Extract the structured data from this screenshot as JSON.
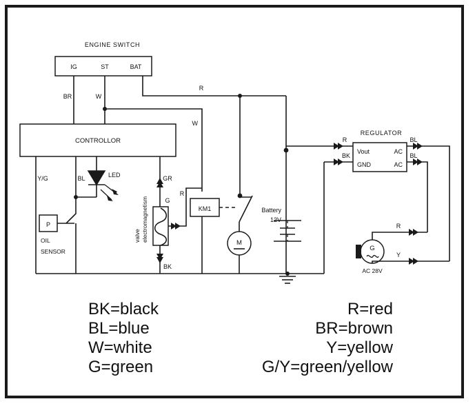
{
  "diagram": {
    "title_engine_switch": "ENGINE SWITCH",
    "title_regulator": "REGULATOR",
    "engine_switch": {
      "terminals": [
        "IG",
        "ST",
        "BAT"
      ]
    },
    "controller": {
      "label": "CONTROLLOR"
    },
    "regulator": {
      "pins_left": [
        "Vout",
        "GND"
      ],
      "pins_right": [
        "AC",
        "AC"
      ],
      "wire_in_top": "R",
      "wire_in_bottom": "BK",
      "wire_out_top": "BL",
      "wire_out_bottom": "BL"
    },
    "battery": {
      "name": "Battery",
      "voltage": "12V"
    },
    "generator": {
      "symbol": "G",
      "rating": "AC 28V",
      "wire_top": "R",
      "wire_bottom": "Y"
    },
    "relay": {
      "label": "KM1"
    },
    "motor": {
      "symbol": "M"
    },
    "led": {
      "label": "LED"
    },
    "oil_sensor": {
      "symbol": "P",
      "line1": "OIL",
      "line2": "SENSOR"
    },
    "solenoid": {
      "line1": "electromagnetism",
      "line2": "valve"
    },
    "wire_labels": {
      "br": "BR",
      "w_switch": "W",
      "w_right": "W",
      "r_top": "R",
      "yg": "Y/G",
      "bl": "BL",
      "gr": "GR",
      "g": "G",
      "bk": "BK",
      "r_relay": "R"
    },
    "legend": {
      "left": [
        "BK=black",
        "BL=blue",
        "W=white",
        "G=green"
      ],
      "right": [
        "R=red",
        "BR=brown",
        "Y=yellow",
        "G/Y=green/yellow"
      ]
    },
    "colors": {
      "ink": "#1a1a1a",
      "paper": "#ffffff"
    }
  }
}
